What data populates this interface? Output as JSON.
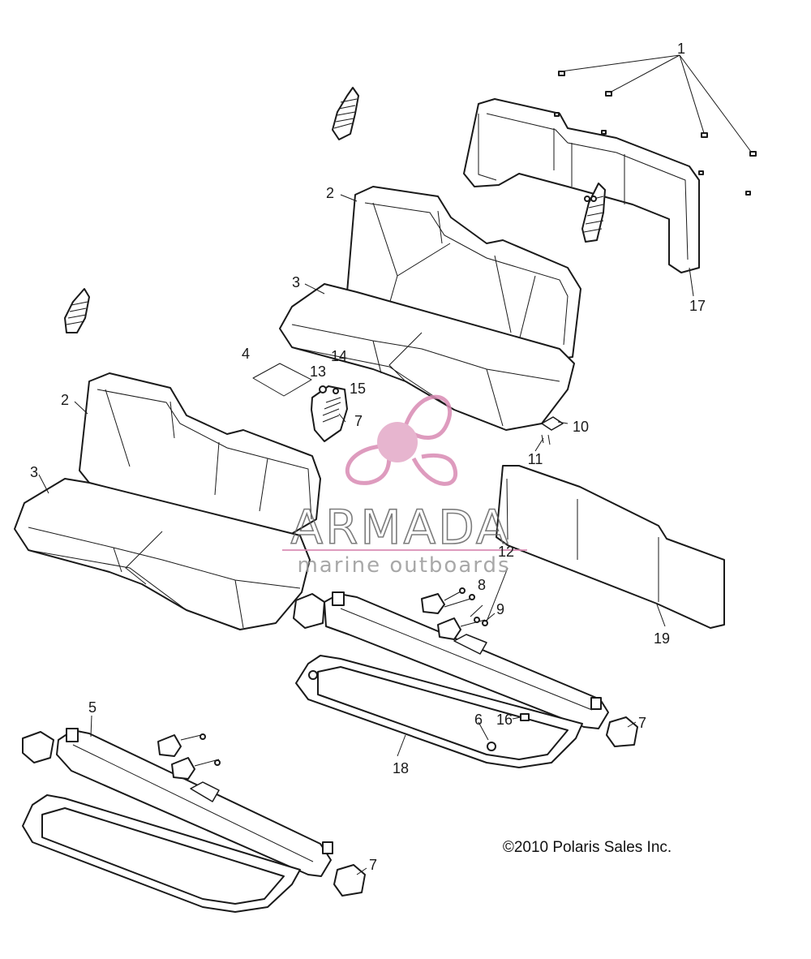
{
  "callouts": {
    "c1": "1",
    "c2a": "2",
    "c2b": "2",
    "c3a": "3",
    "c3b": "3",
    "c4": "4",
    "c5": "5",
    "c6": "6",
    "c7a": "7",
    "c7b": "7",
    "c7c": "7",
    "c8": "8",
    "c9": "9",
    "c10": "10",
    "c11": "11",
    "c12": "12",
    "c13": "13",
    "c14": "14",
    "c15": "15",
    "c16": "16",
    "c17": "17",
    "c18": "18",
    "c19": "19"
  },
  "copyright": "©2010 Polaris Sales Inc.",
  "watermark": {
    "title": "ARMADA",
    "subtitle": "marine outboards",
    "color": "#d98ab3"
  }
}
